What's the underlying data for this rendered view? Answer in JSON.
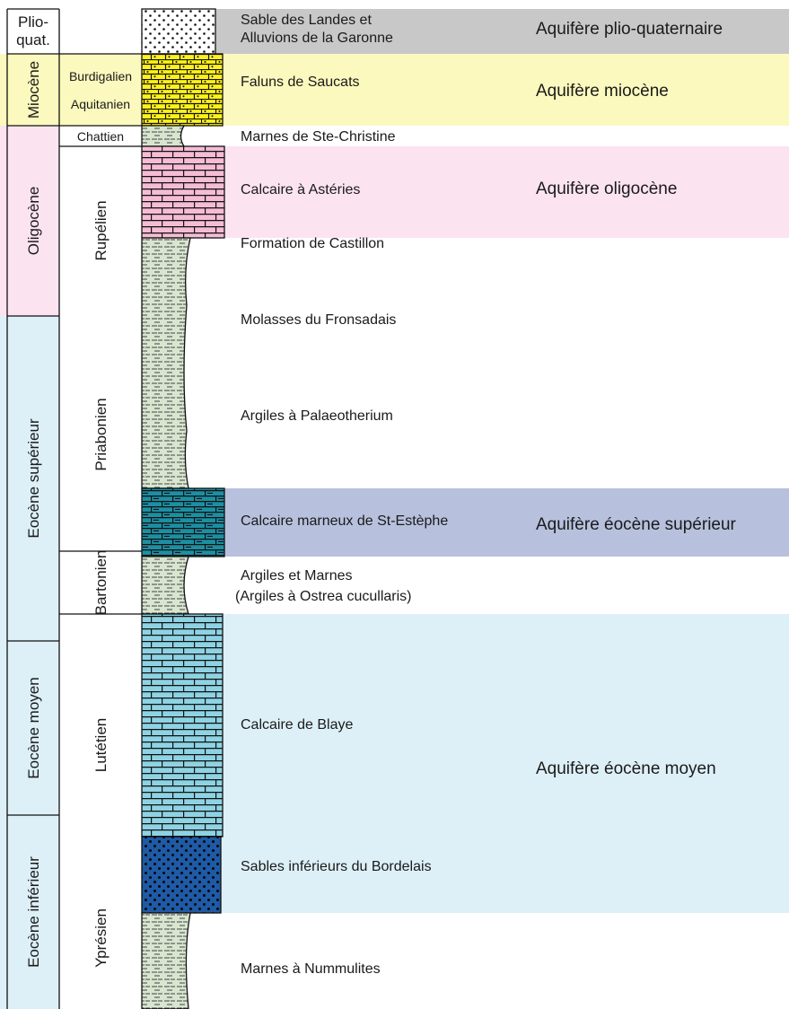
{
  "colors": {
    "gray_band": "#c8c8c8",
    "miocene_band": "#fbf9bd",
    "oligocene_band": "#fbe3f0",
    "eocene_band": "#ddf0f7",
    "stephe_band": "#b7c1dd",
    "sand_top": "#ffffff",
    "faluns": "#fff21a",
    "marl": "#d8e6cf",
    "asteries": "#f5bcd4",
    "stephe_limestone": "#1c8fa3",
    "blaye": "#8ed3e3",
    "bordelais": "#1e5aa6",
    "line": "#111111"
  },
  "epochs": [
    {
      "label": "Plio-",
      "label2": "quat."
    },
    {
      "label": "Miocène"
    },
    {
      "label": "Oligocène"
    },
    {
      "label": "Eocène supérieur"
    },
    {
      "label": "Eocène moyen"
    },
    {
      "label": "Eocène inférieur"
    }
  ],
  "stages": [
    {
      "label": "Burdigalien"
    },
    {
      "label": "Aquitanien"
    },
    {
      "label": "Chattien"
    },
    {
      "label": "Rupélien"
    },
    {
      "label": "Priabonien"
    },
    {
      "label": "Bartonien"
    },
    {
      "label": "Lutétien"
    },
    {
      "label": "Yprésien"
    }
  ],
  "formations": [
    {
      "label": "Sable des Landes et",
      "label2": "Alluvions de la Garonne"
    },
    {
      "label": "Faluns de Saucats"
    },
    {
      "label": "Marnes de Ste-Christine"
    },
    {
      "label": "Calcaire à Astéries"
    },
    {
      "label": "Formation de Castillon"
    },
    {
      "label": "Molasses du Fronsadais"
    },
    {
      "label": "Argiles à Palaeotherium"
    },
    {
      "label": "Calcaire marneux de St-Estèphe"
    },
    {
      "label": "Argiles et Marnes",
      "label2": "(Argiles à Ostrea cucullaris)"
    },
    {
      "label": "Calcaire de Blaye"
    },
    {
      "label": "Sables inférieurs du Bordelais"
    },
    {
      "label": "Marnes à Nummulites"
    }
  ],
  "aquifers": [
    {
      "label": "Aquifère plio-quaternaire"
    },
    {
      "label": "Aquifère miocène"
    },
    {
      "label": "Aquifère oligocène"
    },
    {
      "label": "Aquifère éocène supérieur"
    },
    {
      "label": "Aquifère éocène moyen"
    }
  ]
}
